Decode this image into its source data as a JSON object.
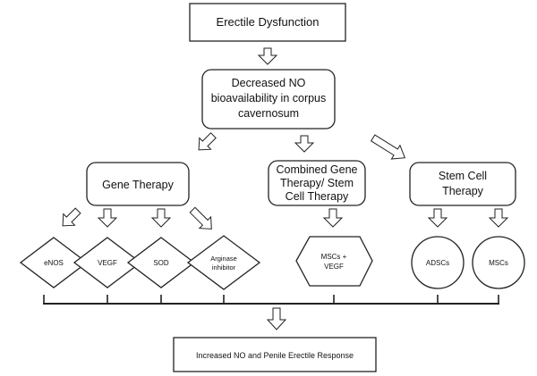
{
  "top": {
    "erectile_dysfunction": "Erectile Dysfunction",
    "decreased_no": [
      "Decreased NO",
      "bioavailability in corpus",
      "cavernosum"
    ]
  },
  "branches": {
    "gene_therapy": "Gene Therapy",
    "combined": [
      "Combined Gene",
      "Therapy/ Stem",
      "Cell Therapy"
    ],
    "stem_cell": [
      "Stem Cell",
      "Therapy"
    ]
  },
  "leaves": {
    "enos": "eNOS",
    "vegf": "VEGF",
    "sod": "SOD",
    "arginase": [
      "Arginase",
      "inhibitor"
    ],
    "mscs_vegf": [
      "MSCs +",
      "VEGF"
    ],
    "adscs": "ADSCs",
    "mscs": "MSCs"
  },
  "outcome": "Increased NO and Penile Erectile Response"
}
